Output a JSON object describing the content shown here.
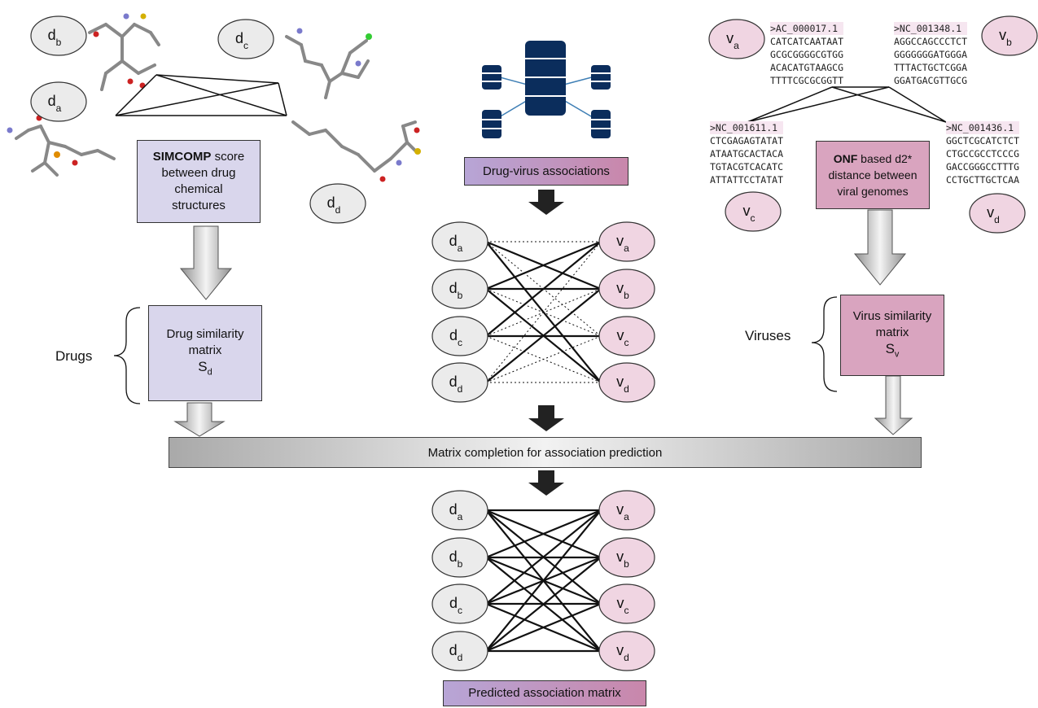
{
  "drug_panel": {
    "simcomp_bold": "SIMCOMP",
    "simcomp_rest": " score between drug chemical structures",
    "simcomp_line2": "between drug",
    "simcomp_line3": "chemical",
    "simcomp_line4": "structures",
    "matrix_line1": "Drug similarity",
    "matrix_line2": "matrix",
    "matrix_symbol": "S",
    "matrix_sub": "d",
    "side_label": "Drugs"
  },
  "virus_panel": {
    "onf_bold": "ONF",
    "onf_rest": " based d2*",
    "onf_line2": "distance between",
    "onf_line3": "viral genomes",
    "matrix_line1": "Virus similarity",
    "matrix_line2": "matrix",
    "matrix_symbol": "S",
    "matrix_sub": "v",
    "side_label": "Viruses"
  },
  "center": {
    "associations_label": "Drug-virus associations",
    "completion_label": "Matrix completion for association prediction",
    "predicted_label": "Predicted association matrix"
  },
  "drug_nodes": [
    {
      "base": "d",
      "sub": "a"
    },
    {
      "base": "d",
      "sub": "b"
    },
    {
      "base": "d",
      "sub": "c"
    },
    {
      "base": "d",
      "sub": "d"
    }
  ],
  "virus_nodes": [
    {
      "base": "v",
      "sub": "a"
    },
    {
      "base": "v",
      "sub": "b"
    },
    {
      "base": "v",
      "sub": "c"
    },
    {
      "base": "v",
      "sub": "d"
    }
  ],
  "sequences": [
    {
      "header": ">AC_000017.1",
      "lines": [
        "CATCATCAATAAT",
        "GCGCGGGGCGTGG",
        "ACACATGTAAGCG",
        "TTTTCGCGCGGTT"
      ]
    },
    {
      "header": ">NC_001348.1",
      "lines": [
        "AGGCCAGCCCTCT",
        "GGGGGGGATGGGA",
        "TTTACTGCTCGGA",
        "GGATGACGTTGCG"
      ]
    },
    {
      "header": ">NC_001611.1",
      "lines": [
        "CTCGAGAGTATAT",
        "ATAATGCACTACA",
        "TGTACGTCACATC",
        "ATTATTCCTATAT"
      ]
    },
    {
      "header": ">NC_001436.1",
      "lines": [
        "GGCTCGCATCTCT",
        "CTGCCGCCTCCCG",
        "GACCGGGCCTTTG",
        "CCTGCTTGCTCAA"
      ]
    }
  ],
  "colors": {
    "drug_node": "#ebebeb",
    "virus_node": "#f0d5e2",
    "drug_box": "#d9d6ec",
    "virus_box": "#d9a4bf",
    "database": "#0b2d5c",
    "arrow_dark": "#222222"
  }
}
